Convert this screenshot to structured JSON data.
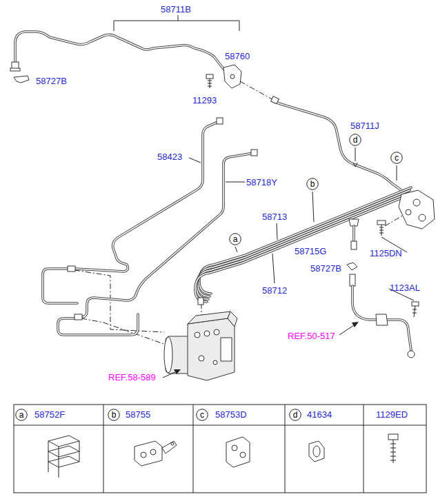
{
  "diagram": {
    "nodes": [
      {
        "text": [
          "a"
        ]
      },
      {
        "text": [
          "b"
        ]
      },
      {
        "text": [
          "c"
        ]
      },
      {
        "text": [
          "d"
        ]
      },
      {
        "text": [
          "a"
        ]
      },
      {
        "text": [
          "b"
        ]
      },
      {
        "text": [
          "c"
        ]
      },
      {
        "text": [
          "d"
        ]
      }
    ],
    "labels": [
      "58711B",
      "58760",
      "58727B",
      "11293",
      "58711J",
      "58423",
      "58718Y",
      "58713",
      "58715G",
      "1125DN",
      "58727B",
      "58712",
      "1123AL",
      "REF.50-517",
      "REF.58-589",
      "58752F",
      "58755",
      "58753D",
      "41634",
      "1129ED"
    ]
  }
}
